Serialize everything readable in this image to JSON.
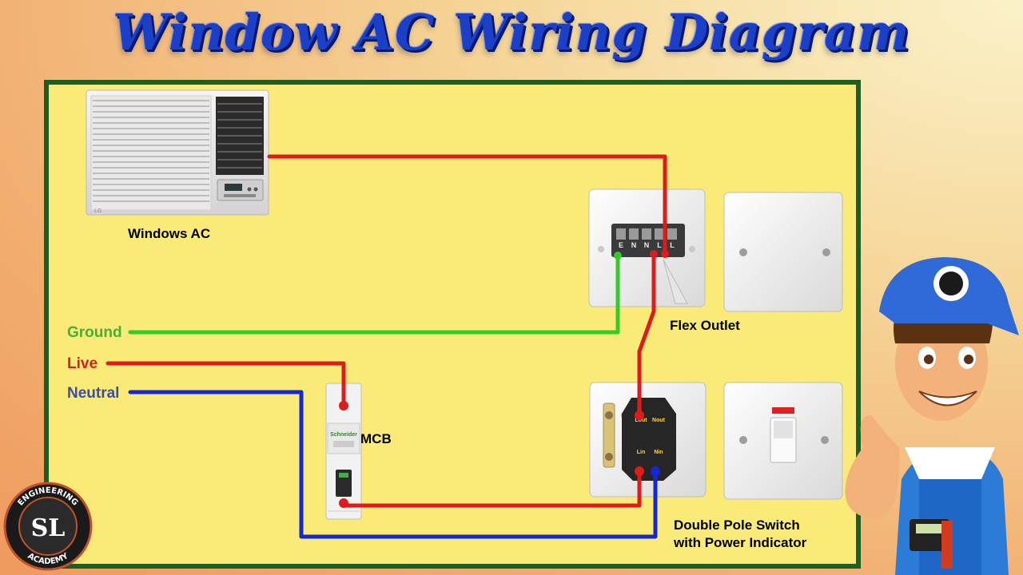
{
  "title": "Window AC Wiring Diagram",
  "labels": {
    "windows_ac": "Windows AC",
    "flex_outlet": "Flex Outlet",
    "mcb": "MCB",
    "ground": "Ground",
    "live": "Live",
    "neutral": "Neutral",
    "switch_line1": "Double Pole Switch",
    "switch_line2": "with Power Indicator"
  },
  "terminals": {
    "outlet": [
      "E",
      "N",
      "N",
      "L",
      "L"
    ],
    "switch_top_l": "Lout",
    "switch_top_n": "Nout",
    "switch_bot_l": "Lin",
    "switch_bot_n": "Nin"
  },
  "mcb_brand": "Schneider",
  "ac_brand": "LG",
  "logo": {
    "initials": "SL",
    "top": "ENGINEERING",
    "bottom": "ACADEMY"
  },
  "colors": {
    "live": "#e01b1b",
    "neutral": "#1426d6",
    "ground": "#33cc22",
    "title": "#1b3fc6",
    "board": "#faeb79",
    "board_border": "#1e5e22"
  }
}
